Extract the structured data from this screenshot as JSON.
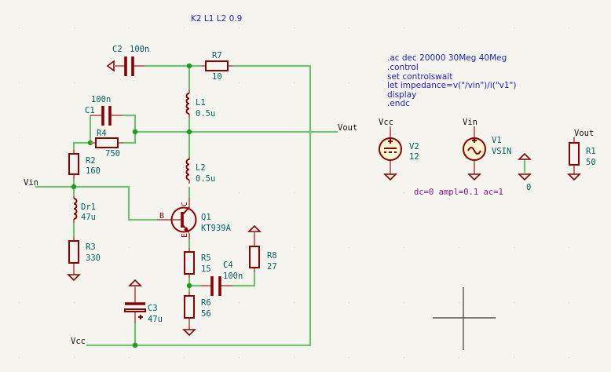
{
  "title_directive": "K2 L1 L2 0.9",
  "spice_directive": [
    ".ac dec 20000 30Meg 40Meg",
    ".control",
    "set controlswait",
    "let impedance=v(\"/vin\")/i(\"v1\")",
    "display",
    ".endc"
  ],
  "colors": {
    "background": "#f5f4ef",
    "wire": "#72c172",
    "component": "#8b0000",
    "reference": "#006464",
    "directive": "#1e1ec8",
    "param": "#8c148c",
    "junction": "#199e19"
  },
  "components": {
    "C1": {
      "ref": "C1",
      "value": "100n"
    },
    "C2": {
      "ref": "C2",
      "value": "100n"
    },
    "C3": {
      "ref": "C3",
      "value": "47u"
    },
    "C4": {
      "ref": "C4",
      "value": "100n"
    },
    "R1": {
      "ref": "R1",
      "value": "50"
    },
    "R2": {
      "ref": "R2",
      "value": "160"
    },
    "R3": {
      "ref": "R3",
      "value": "330"
    },
    "R4": {
      "ref": "R4",
      "value": "750"
    },
    "R5": {
      "ref": "R5",
      "value": "15"
    },
    "R6": {
      "ref": "R6",
      "value": "56"
    },
    "R7": {
      "ref": "R7",
      "value": "10"
    },
    "R8": {
      "ref": "R8",
      "value": "27"
    },
    "L1": {
      "ref": "L1",
      "value": "0.5u"
    },
    "L2": {
      "ref": "L2",
      "value": "0.5u"
    },
    "Dr1": {
      "ref": "Dr1",
      "value": "47u"
    },
    "Q1": {
      "ref": "Q1",
      "value": "KT939A",
      "pin_b": "B",
      "pin_c": "C",
      "pin_e": "E"
    },
    "V1": {
      "ref": "V1",
      "value": "VSIN",
      "params": "dc=0 ampl=0.1 ac=1"
    },
    "V2": {
      "ref": "V2",
      "value": "12"
    },
    "GND0": {
      "value": "0"
    }
  },
  "nets": {
    "vin_left": "Vin",
    "vcc_bottom": "Vcc",
    "vout_right": "Vout",
    "vcc_v2": "Vcc",
    "vin_v1": "Vin",
    "vout_r1": "Vout"
  }
}
